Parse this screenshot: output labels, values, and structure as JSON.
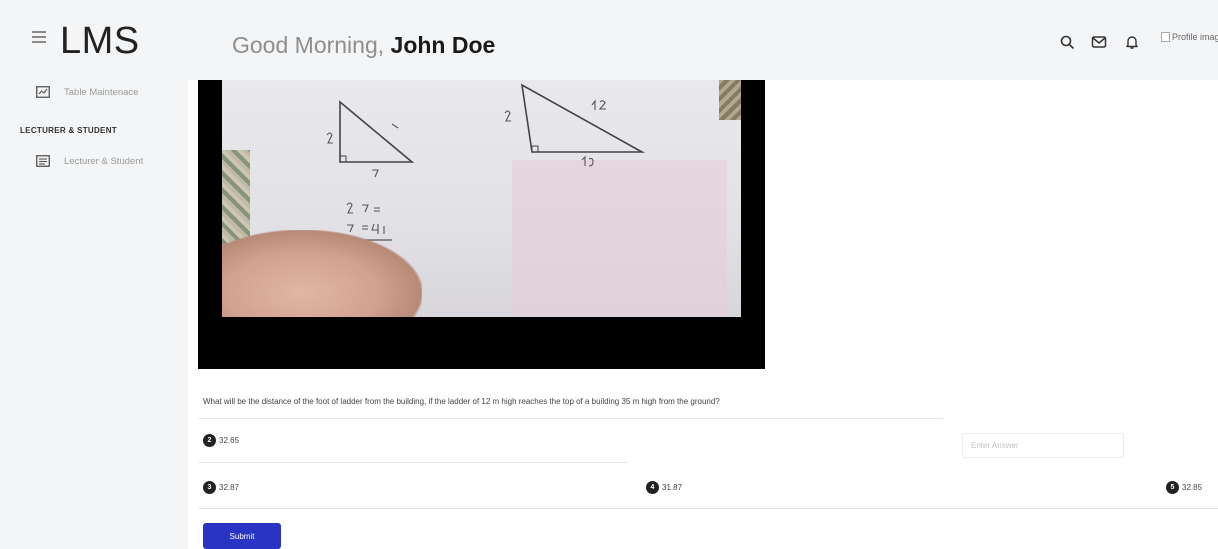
{
  "header": {
    "brand": "LMS",
    "greeting_prefix": "Good Morning, ",
    "user_name": "John Doe",
    "profile_image_alt": "Profile image"
  },
  "sidebar": {
    "items": [
      {
        "label": "Table Maintenace",
        "icon": "chart-box-icon"
      },
      {
        "label": "Lecturer & Student",
        "icon": "list-box-icon"
      }
    ],
    "section_heading": "LECTURER & STUDENT"
  },
  "quiz": {
    "question": "What will be the distance of the foot of ladder from the building, if the ladder of 12 m high reaches the top of a building 35 m high from the ground?",
    "options": [
      {
        "num": "2",
        "value": "32.65"
      },
      {
        "num": "3",
        "value": "32.87"
      },
      {
        "num": "4",
        "value": "31.87"
      },
      {
        "num": "5",
        "value": "32.85"
      }
    ],
    "answer_placeholder": "Enter Answer",
    "submit_label": "Submit"
  },
  "colors": {
    "topbar_bg": "#f4f5f7",
    "submit_bg": "#2a34c4",
    "video_bg": "#000000"
  }
}
